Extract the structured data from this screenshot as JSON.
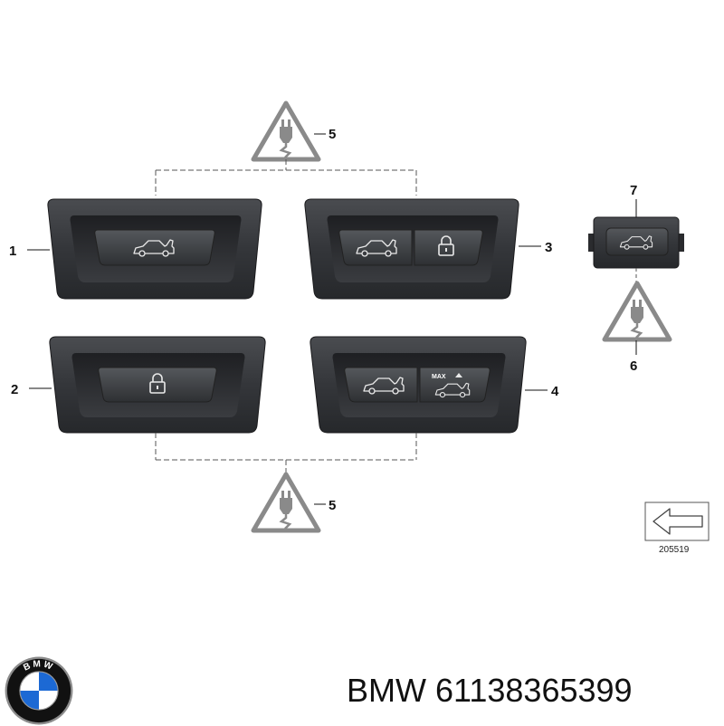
{
  "callouts": {
    "c1": "1",
    "c2": "2",
    "c3": "3",
    "c4": "4",
    "c5_top": "5",
    "c5_bottom": "5",
    "c6": "6",
    "c7": "7"
  },
  "button_text": {
    "max": "MAX"
  },
  "reference_number": "205519",
  "caption": {
    "brand": "BMW",
    "part_number": "61138365399"
  },
  "logo": {
    "text": "BMW",
    "colors": {
      "blue": "#1c69d4",
      "ring": "#111111",
      "white": "#ffffff"
    }
  },
  "icons": [
    "trunk-car-icon",
    "lock-icon",
    "esd-warning-icon",
    "arrow-left-icon"
  ]
}
